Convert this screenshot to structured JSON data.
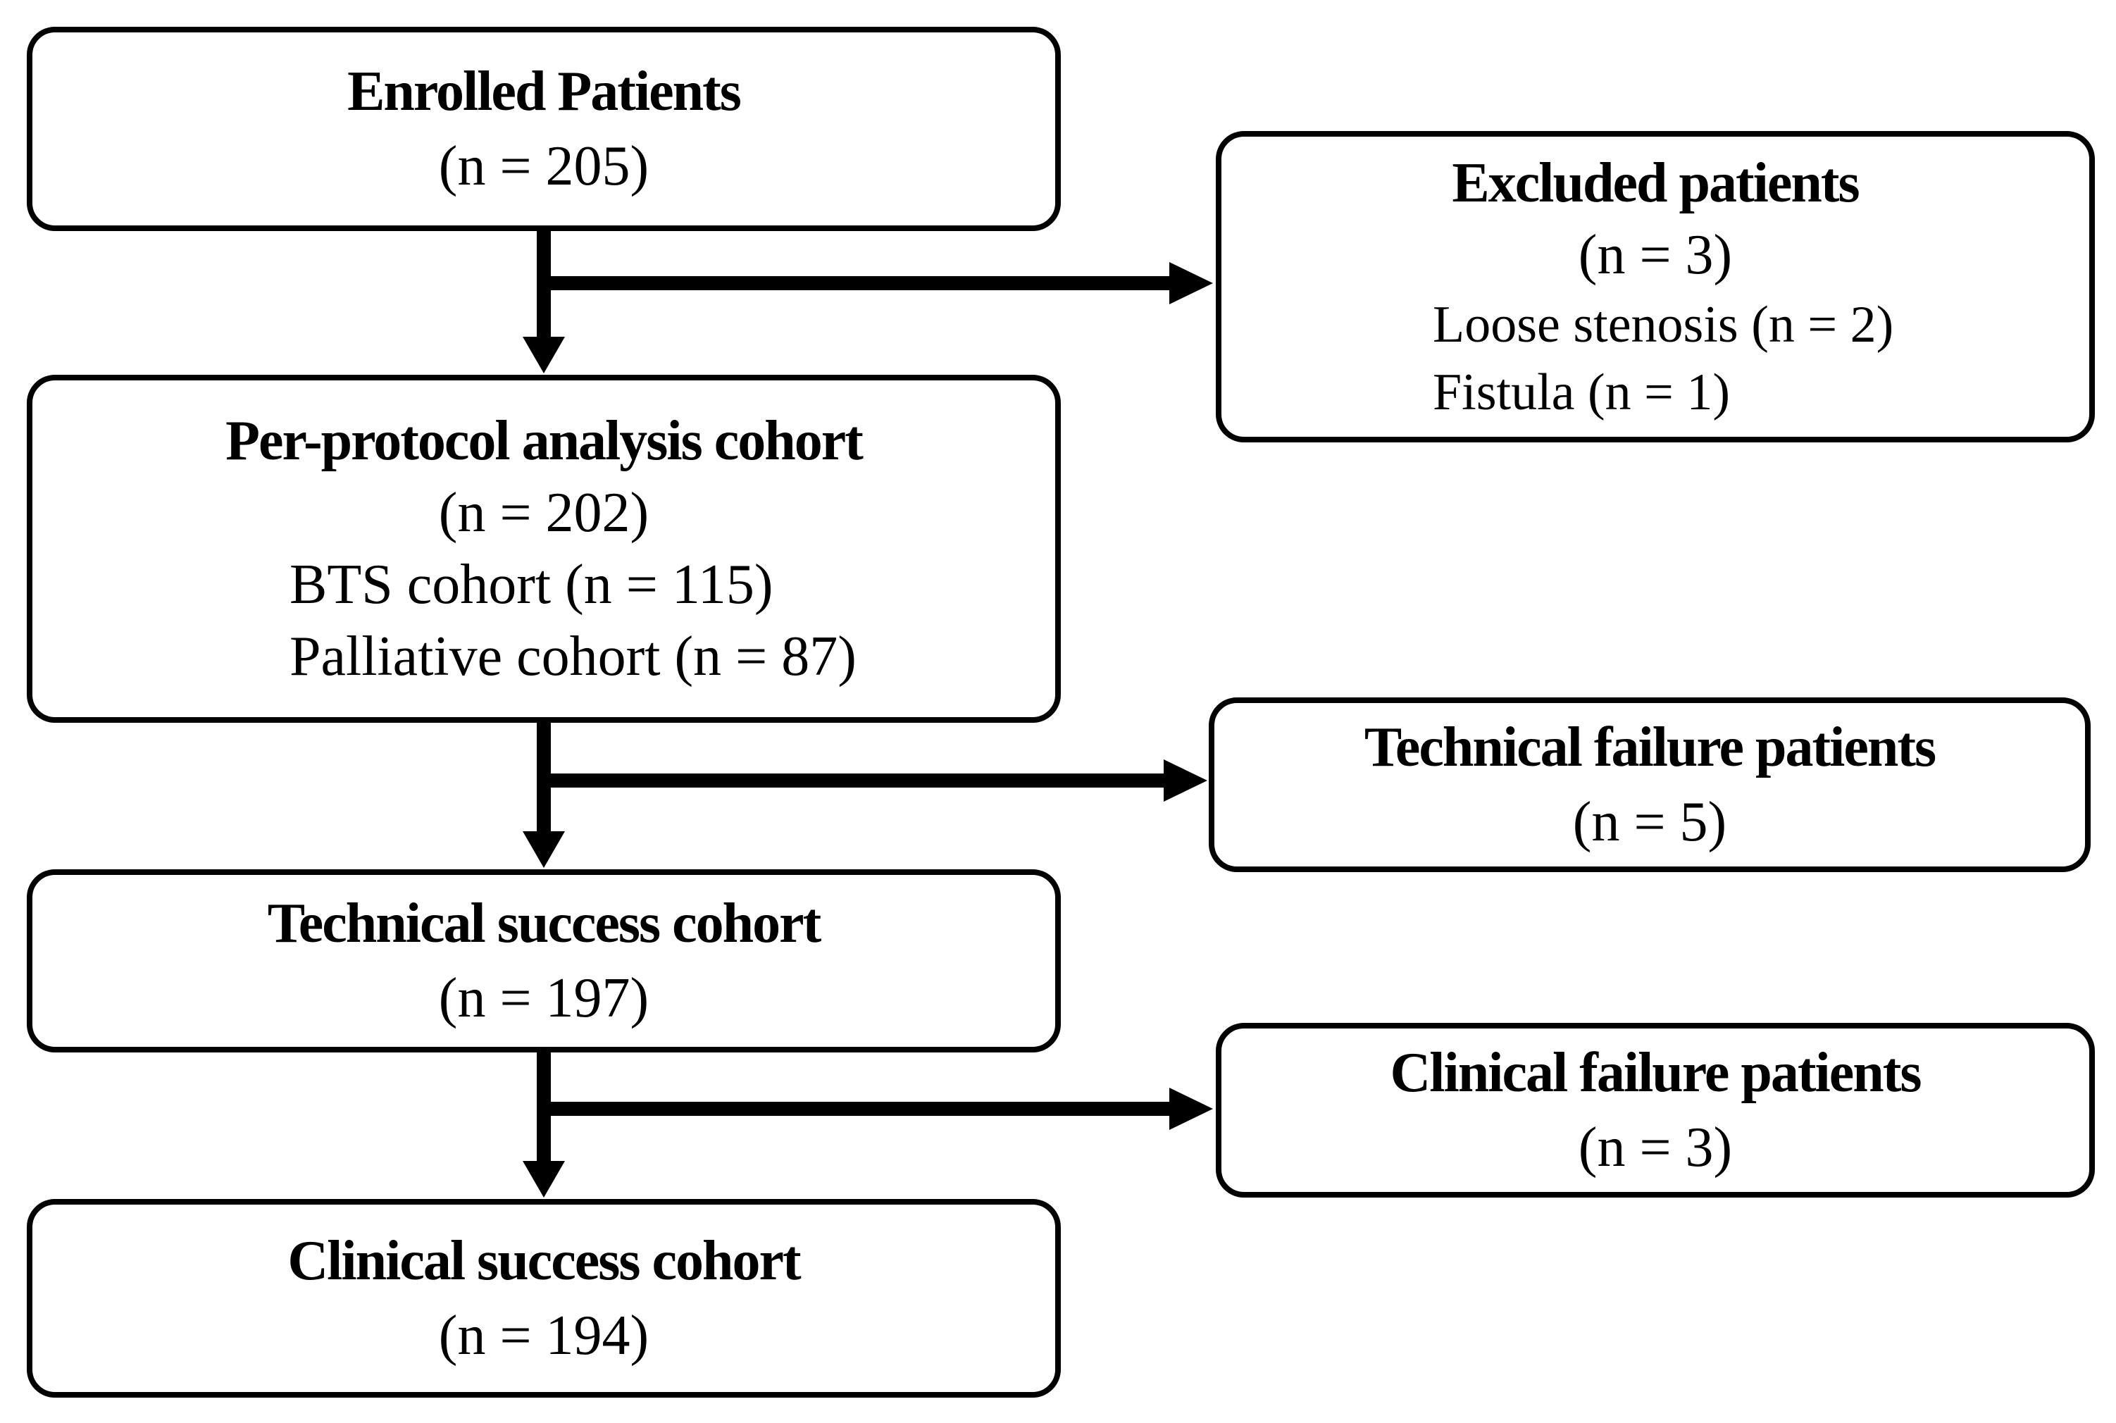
{
  "flowchart": {
    "enrolled": {
      "title": "Enrolled Patients",
      "count": "(n = 205)"
    },
    "excluded": {
      "title": "Excluded patients",
      "count": "(n = 3)",
      "reasons": [
        "Loose stenosis (n = 2)",
        "Fistula (n = 1)"
      ]
    },
    "per_protocol": {
      "title": "Per-protocol analysis cohort",
      "count": "(n = 202)",
      "subgroups": [
        "BTS cohort (n = 115)",
        "Palliative cohort (n = 87)"
      ]
    },
    "technical_failure": {
      "title": "Technical failure patients",
      "count": "(n = 5)"
    },
    "technical_success": {
      "title": "Technical success cohort",
      "count": "(n = 197)"
    },
    "clinical_failure": {
      "title": "Clinical failure patients",
      "count": "(n = 3)"
    },
    "clinical_success": {
      "title": "Clinical success cohort",
      "count": "(n = 194)"
    }
  }
}
